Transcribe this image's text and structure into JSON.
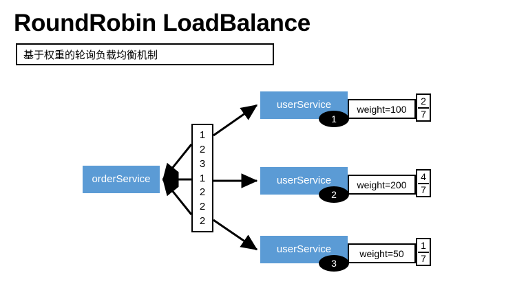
{
  "page": {
    "title": "RoundRobin LoadBalance",
    "subtitle": "基于权重的轮询负载均衡机制",
    "accent_color": "#5B9BD5",
    "outline_color": "#000000",
    "background_color": "#FFFFFF"
  },
  "source_node": {
    "label": "orderService",
    "name": "order-service"
  },
  "sequence_column": {
    "name": "round-robin-sequence",
    "digits": [
      "1",
      "2",
      "3",
      "1",
      "2",
      "2",
      "2"
    ]
  },
  "targets": [
    {
      "label": "userService",
      "badge": "1",
      "weight_label": "weight=100",
      "weight_value": 100,
      "share_numerator": "2",
      "share_denominator": "7"
    },
    {
      "label": "userService",
      "badge": "2",
      "weight_label": "weight=200",
      "weight_value": 200,
      "share_numerator": "4",
      "share_denominator": "7"
    },
    {
      "label": "userService",
      "badge": "3",
      "weight_label": "weight=50",
      "weight_value": 50,
      "share_numerator": "1",
      "share_denominator": "7"
    }
  ]
}
